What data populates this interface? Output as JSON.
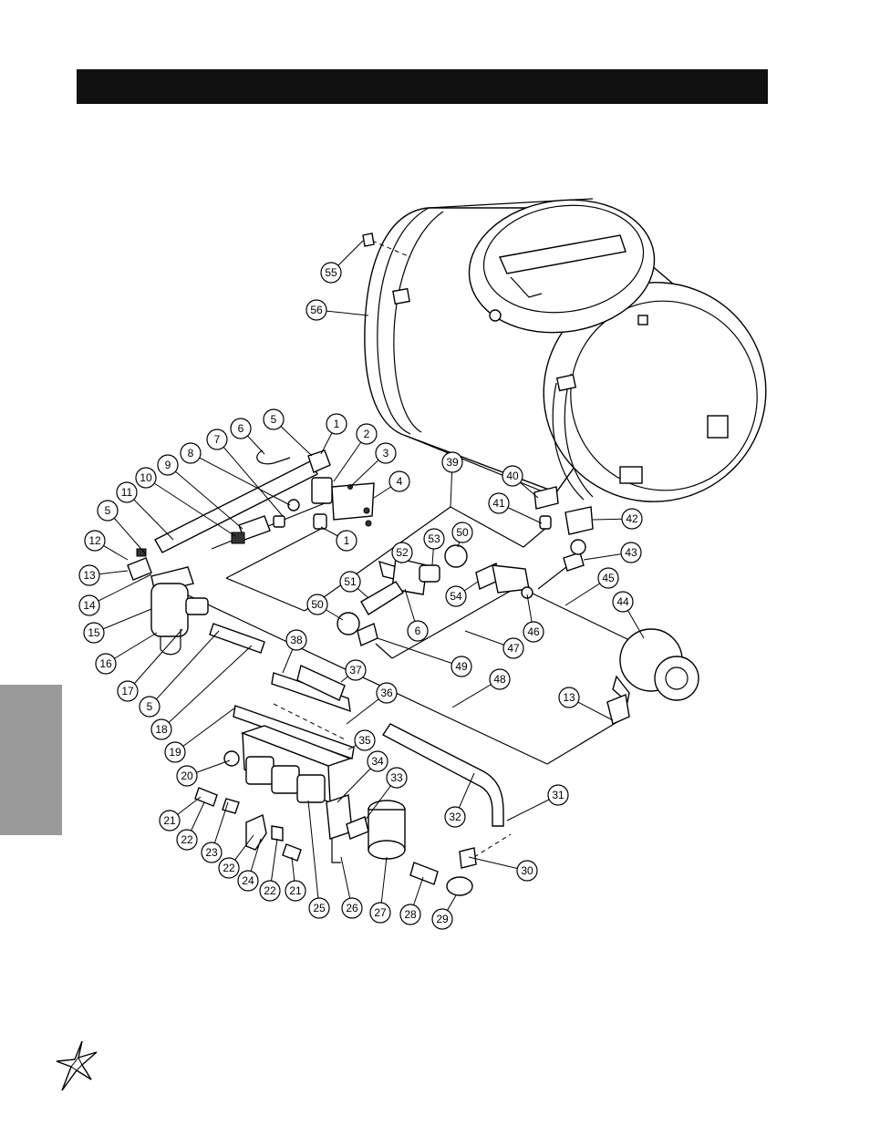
{
  "page": {
    "title_bar_text": "",
    "logo_icon": "star-logo-icon"
  },
  "callouts": [
    {
      "id": "c55",
      "label": "55"
    },
    {
      "id": "c56",
      "label": "56"
    },
    {
      "id": "c6a",
      "label": "6"
    },
    {
      "id": "c5a",
      "label": "5"
    },
    {
      "id": "c1a",
      "label": "1"
    },
    {
      "id": "c2",
      "label": "2"
    },
    {
      "id": "c3",
      "label": "3"
    },
    {
      "id": "c4",
      "label": "4"
    },
    {
      "id": "c7",
      "label": "7"
    },
    {
      "id": "c8",
      "label": "8"
    },
    {
      "id": "c9",
      "label": "9"
    },
    {
      "id": "c10",
      "label": "10"
    },
    {
      "id": "c11",
      "label": "11"
    },
    {
      "id": "c5b",
      "label": "5"
    },
    {
      "id": "c12",
      "label": "12"
    },
    {
      "id": "c13a",
      "label": "13"
    },
    {
      "id": "c14",
      "label": "14"
    },
    {
      "id": "c15",
      "label": "15"
    },
    {
      "id": "c16",
      "label": "16"
    },
    {
      "id": "c17",
      "label": "17"
    },
    {
      "id": "c5c",
      "label": "5"
    },
    {
      "id": "c18",
      "label": "18"
    },
    {
      "id": "c19",
      "label": "19"
    },
    {
      "id": "c1b",
      "label": "1"
    },
    {
      "id": "c39",
      "label": "39"
    },
    {
      "id": "c40",
      "label": "40"
    },
    {
      "id": "c41",
      "label": "41"
    },
    {
      "id": "c42",
      "label": "42"
    },
    {
      "id": "c43",
      "label": "43"
    },
    {
      "id": "c45",
      "label": "45"
    },
    {
      "id": "c44",
      "label": "44"
    },
    {
      "id": "c53",
      "label": "53"
    },
    {
      "id": "c50a",
      "label": "50"
    },
    {
      "id": "c52",
      "label": "52"
    },
    {
      "id": "c51",
      "label": "51"
    },
    {
      "id": "c54",
      "label": "54"
    },
    {
      "id": "c46",
      "label": "46"
    },
    {
      "id": "c50b",
      "label": "50"
    },
    {
      "id": "c6b",
      "label": "6"
    },
    {
      "id": "c47",
      "label": "47"
    },
    {
      "id": "c49",
      "label": "49"
    },
    {
      "id": "c48",
      "label": "48"
    },
    {
      "id": "c38",
      "label": "38"
    },
    {
      "id": "c37",
      "label": "37"
    },
    {
      "id": "c36",
      "label": "36"
    },
    {
      "id": "c13b",
      "label": "13"
    },
    {
      "id": "c35",
      "label": "35"
    },
    {
      "id": "c34",
      "label": "34"
    },
    {
      "id": "c33",
      "label": "33"
    },
    {
      "id": "c20",
      "label": "20"
    },
    {
      "id": "c31",
      "label": "31"
    },
    {
      "id": "c32",
      "label": "32"
    },
    {
      "id": "c21a",
      "label": "21"
    },
    {
      "id": "c22a",
      "label": "22"
    },
    {
      "id": "c23",
      "label": "23"
    },
    {
      "id": "c22b",
      "label": "22"
    },
    {
      "id": "c24",
      "label": "24"
    },
    {
      "id": "c22c",
      "label": "22"
    },
    {
      "id": "c21b",
      "label": "21"
    },
    {
      "id": "c25",
      "label": "25"
    },
    {
      "id": "c26",
      "label": "26"
    },
    {
      "id": "c27",
      "label": "27"
    },
    {
      "id": "c28",
      "label": "28"
    },
    {
      "id": "c29",
      "label": "29"
    },
    {
      "id": "c30",
      "label": "30"
    }
  ]
}
